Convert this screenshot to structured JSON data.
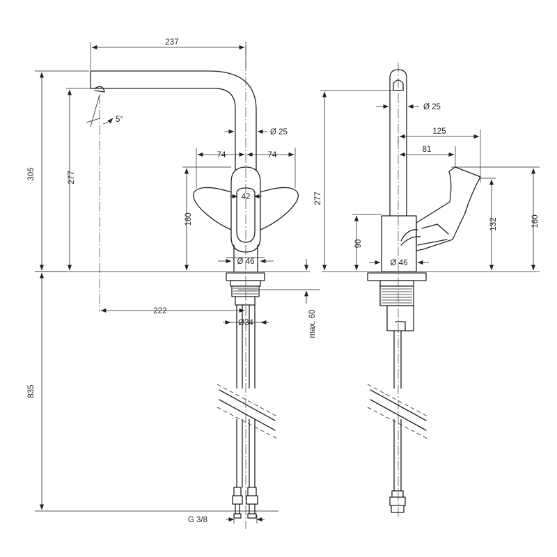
{
  "labels": {
    "front_spout_reach": "237",
    "front_total_height": "305",
    "front_spout_height": "277",
    "front_spout_angle": "5°",
    "front_spout_diameter": "Ø 25",
    "front_handle_left": "74",
    "front_handle_right": "74",
    "front_handle_width": "42",
    "front_handle_height": "160",
    "front_base_diameter": "Ø 46",
    "front_outlet_reach": "222",
    "front_shank_diameter": "Ø34",
    "front_max_thickness": "max. 60",
    "front_hose_length": "835",
    "front_connection": "G 3/8",
    "side_spout_diameter": "Ø 25",
    "side_handle_reach": "125",
    "side_lever_reach": "81",
    "side_spout_height": "277",
    "side_body_height": "90",
    "side_lever_height": "132",
    "side_handle_height": "160",
    "side_base_diameter": "Ø 46"
  }
}
